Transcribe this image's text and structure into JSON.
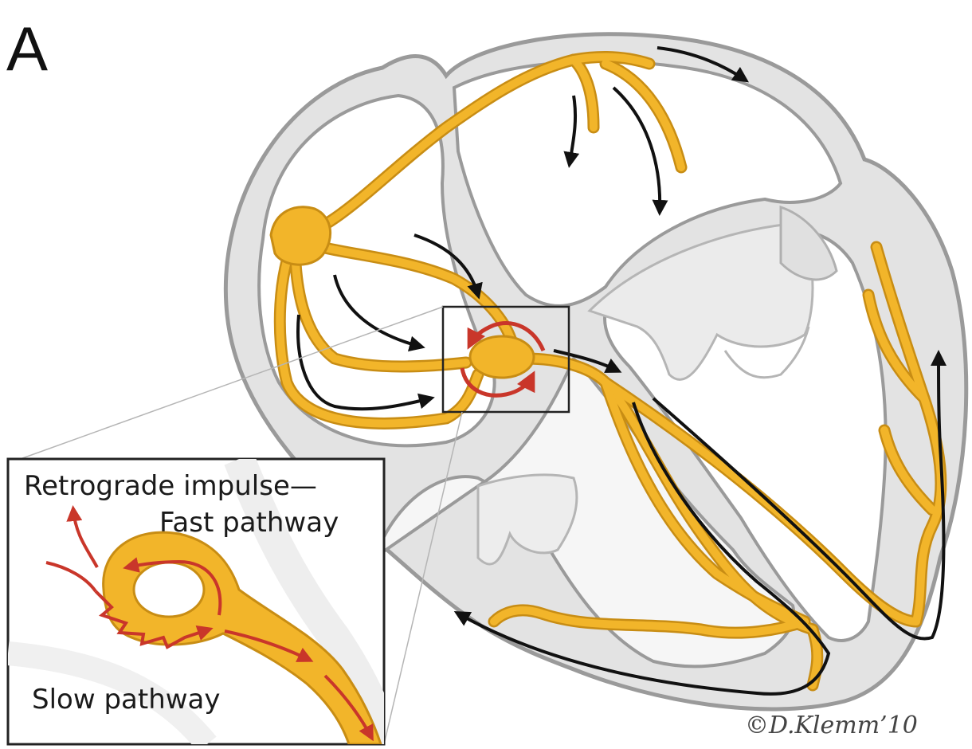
{
  "panel_label": "A",
  "inset": {
    "retrograde_label": "Retrograde impulse—",
    "fast_label": "Fast pathway",
    "slow_label": "Slow pathway"
  },
  "credit": "©D.Klemm’10",
  "colors": {
    "conduction": "#f2b52a",
    "conduction_outline": "#c88d14",
    "reentry_arrows": "#c9362a",
    "flow_arrows": "#111111",
    "wall_fill": "#e2e2e2",
    "wall_outline": "#9a9a9a",
    "valve_fill": "#ebebeb"
  }
}
